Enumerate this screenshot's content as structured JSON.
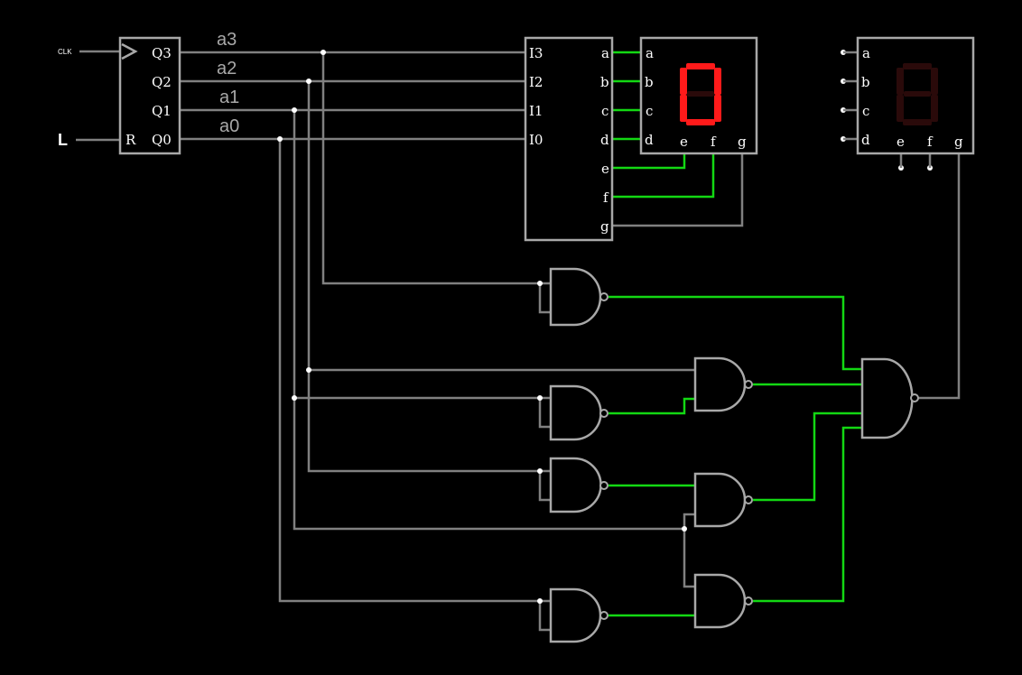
{
  "inputs": {
    "clk": "CLK",
    "reset": "L"
  },
  "register": {
    "pins": {
      "q3": "Q3",
      "q2": "Q2",
      "q1": "Q1",
      "q0": "Q0",
      "r": "R"
    }
  },
  "wire_names": {
    "a3": "a3",
    "a2": "a2",
    "a1": "a1",
    "a0": "a0"
  },
  "decoder": {
    "inputs": [
      "I3",
      "I2",
      "I1",
      "I0"
    ],
    "outputs": [
      "a",
      "b",
      "c",
      "d",
      "e",
      "f",
      "g"
    ]
  },
  "display_left": {
    "pins": [
      "a",
      "b",
      "c",
      "d",
      "e",
      "f",
      "g"
    ],
    "digit": "0"
  },
  "display_right": {
    "pins": [
      "a",
      "b",
      "c",
      "d",
      "e",
      "f",
      "g"
    ],
    "digit": "8 (all segments off)"
  },
  "colors": {
    "wire_off": "#808080",
    "wire_on": "#13d813",
    "segment_on": "#ff1a1a",
    "segment_off": "#2a0a0a",
    "component": "#a8a8a8",
    "background": "#000000"
  }
}
